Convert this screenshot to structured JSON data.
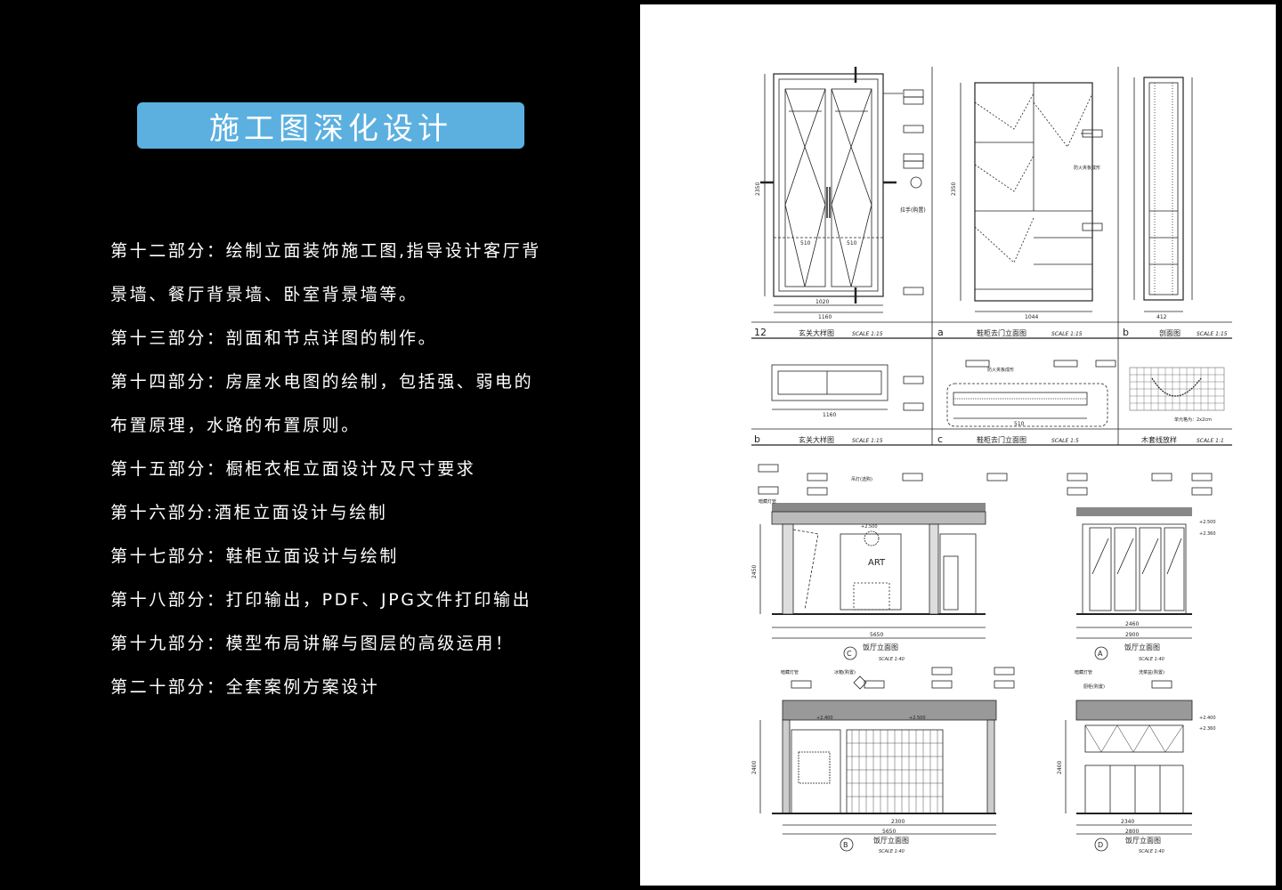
{
  "title": "施工图深化设计",
  "items": [
    "第十二部分：绘制立面装饰施工图,指导设计客厅背",
    "景墙、餐厅背景墙、卧室背景墙等。",
    "第十三部分：剖面和节点详图的制作。",
    "第十四部分：房屋水电图的绘制，包括强、弱电的",
    "布置原理，水路的布置原则。",
    "第十五部分：橱柜衣柜立面设计及尺寸要求",
    "第十六部分:酒柜立面设计与绘制",
    "第十七部分：鞋柜立面设计与绘制",
    "第十八部分：打印输出，PDF、JPG文件打印输出",
    "第十九部分：模型布局讲解与图层的高级运用！",
    "第二十部分：全套案例方案设计"
  ],
  "drawings": {
    "row1": [
      {
        "num": "12",
        "title": "玄关大样图",
        "scale": "SCALE 1:15"
      },
      {
        "num": "a",
        "title": "鞋柜去门立面图",
        "scale": "SCALE 1:15"
      },
      {
        "num": "b",
        "title": "剖面图",
        "scale": "SCALE 1:15"
      }
    ],
    "row2": [
      {
        "num": "b",
        "title": "玄关大样图",
        "scale": "SCALE 1:15"
      },
      {
        "num": "c",
        "title": "鞋柜去门立面图",
        "scale": "SCALE 1:5"
      },
      {
        "num": "",
        "title": "木套线放样",
        "scale": "SCALE 1:1"
      }
    ],
    "elevations": [
      {
        "mark": "C",
        "title": "饭厅立面图",
        "scale": "SCALE 1:40"
      },
      {
        "mark": "A",
        "title": "饭厅立面图",
        "scale": "SCALE 1:40"
      },
      {
        "mark": "B",
        "title": "饭厅立面图",
        "scale": "SCALE 1:40"
      },
      {
        "mark": "D",
        "title": "饭厅立面图",
        "scale": "SCALE 1:40"
      }
    ],
    "labels": {
      "art": "ART",
      "handle": "拉手(购置)",
      "fireboard": "防火夹板成形",
      "lamp": "吊灯(选购)",
      "hidden_lamp": "暗藏灯管",
      "fridge": "冰箱(购置)",
      "hood": "厨柜(购置)",
      "sink": "洗菜盆(购置)",
      "unit_note": "单元格为：2x2cm",
      "dim_1160": "1160",
      "dim_1020": "1020",
      "dim_510": "510",
      "dim_2350": "2350",
      "dim_1044": "1044",
      "dim_412": "412",
      "dim_5650": "5650",
      "dim_2900": "2900",
      "dim_2800": "2800",
      "dim_2460": "2460",
      "dim_2300": "2300",
      "dim_2340": "2340",
      "dim_2360": "2360",
      "dim_2450": "2450",
      "dim_2400": "2400",
      "lvl_2500": "+2.500",
      "lvl_2360": "+2.360",
      "lvl_2400": "+2.400"
    }
  }
}
